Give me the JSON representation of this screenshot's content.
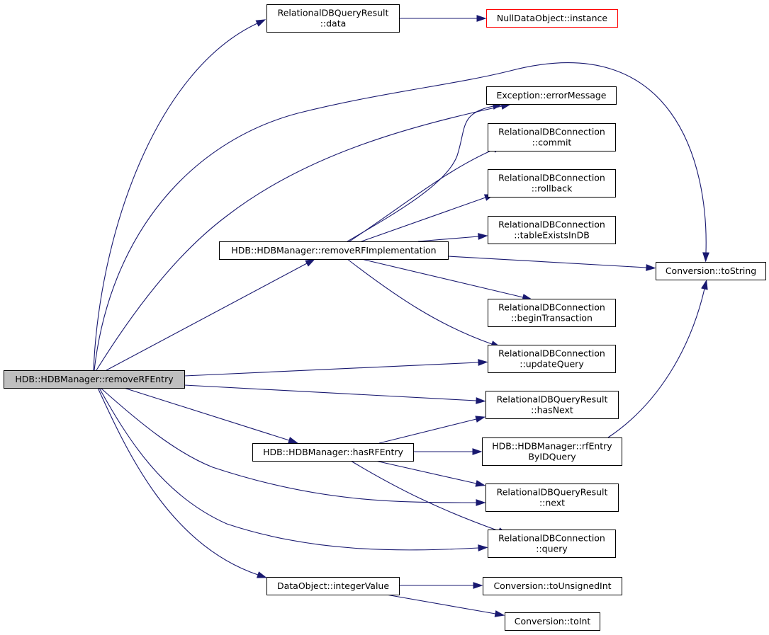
{
  "graph": {
    "colors": {
      "edge": "#191970",
      "root_fill": "#bfbfbf",
      "broken_border": "#ff0000"
    },
    "nodes": [
      {
        "id": "root",
        "lines": [
          "HDB::HDBManager::removeRFEntry"
        ],
        "style": "root"
      },
      {
        "id": "rdbqr_data",
        "lines": [
          "RelationalDBQueryResult",
          "::data"
        ]
      },
      {
        "id": "nulldata",
        "lines": [
          "NullDataObject::instance"
        ],
        "style": "broken"
      },
      {
        "id": "exc_err",
        "lines": [
          "Exception::errorMessage"
        ]
      },
      {
        "id": "rdbc_commit",
        "lines": [
          "RelationalDBConnection",
          "::commit"
        ]
      },
      {
        "id": "rdbc_rollback",
        "lines": [
          "RelationalDBConnection",
          "::rollback"
        ]
      },
      {
        "id": "rdbc_tableexists",
        "lines": [
          "RelationalDBConnection",
          "::tableExistsInDB"
        ]
      },
      {
        "id": "remove_impl",
        "lines": [
          "HDB::HDBManager::removeRFImplementation"
        ]
      },
      {
        "id": "conv_tostring",
        "lines": [
          "Conversion::toString"
        ]
      },
      {
        "id": "rdbc_begin",
        "lines": [
          "RelationalDBConnection",
          "::beginTransaction"
        ]
      },
      {
        "id": "rdbc_update",
        "lines": [
          "RelationalDBConnection",
          "::updateQuery"
        ]
      },
      {
        "id": "rdbqr_hasnext",
        "lines": [
          "RelationalDBQueryResult",
          "::hasNext"
        ]
      },
      {
        "id": "has_rfentry",
        "lines": [
          "HDB::HDBManager::hasRFEntry"
        ]
      },
      {
        "id": "rfentry_byid",
        "lines": [
          "HDB::HDBManager::rfEntry",
          "ByIDQuery"
        ]
      },
      {
        "id": "rdbqr_next",
        "lines": [
          "RelationalDBQueryResult",
          "::next"
        ]
      },
      {
        "id": "rdbc_query",
        "lines": [
          "RelationalDBConnection",
          "::query"
        ]
      },
      {
        "id": "dataobj_int",
        "lines": [
          "DataObject::integerValue"
        ]
      },
      {
        "id": "conv_tounsigned",
        "lines": [
          "Conversion::toUnsignedInt"
        ]
      },
      {
        "id": "conv_toint",
        "lines": [
          "Conversion::toInt"
        ]
      }
    ],
    "edges": [
      [
        "root",
        "rdbqr_data"
      ],
      [
        "rdbqr_data",
        "nulldata"
      ],
      [
        "root",
        "conv_tostring"
      ],
      [
        "root",
        "exc_err"
      ],
      [
        "root",
        "remove_impl"
      ],
      [
        "remove_impl",
        "exc_err"
      ],
      [
        "remove_impl",
        "rdbc_commit"
      ],
      [
        "remove_impl",
        "rdbc_rollback"
      ],
      [
        "remove_impl",
        "rdbc_tableexists"
      ],
      [
        "remove_impl",
        "conv_tostring"
      ],
      [
        "remove_impl",
        "rdbc_begin"
      ],
      [
        "remove_impl",
        "rdbc_update"
      ],
      [
        "root",
        "rdbc_update"
      ],
      [
        "root",
        "rdbqr_hasnext"
      ],
      [
        "root",
        "has_rfentry"
      ],
      [
        "has_rfentry",
        "rdbqr_hasnext"
      ],
      [
        "has_rfentry",
        "rfentry_byid"
      ],
      [
        "rfentry_byid",
        "conv_tostring"
      ],
      [
        "has_rfentry",
        "rdbqr_next"
      ],
      [
        "has_rfentry",
        "rdbc_query"
      ],
      [
        "root",
        "rdbqr_next"
      ],
      [
        "root",
        "rdbc_query"
      ],
      [
        "root",
        "dataobj_int"
      ],
      [
        "dataobj_int",
        "conv_tounsigned"
      ],
      [
        "dataobj_int",
        "conv_toint"
      ]
    ]
  }
}
